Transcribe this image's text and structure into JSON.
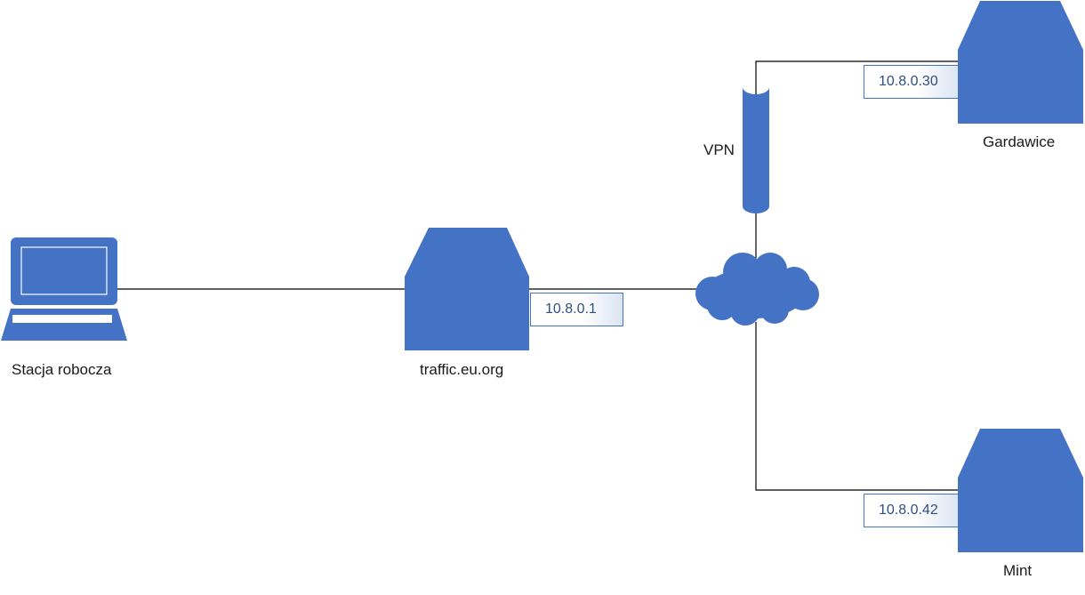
{
  "colors": {
    "shape_fill": "#4472c4",
    "line": "#000000",
    "ip_text": "#2f4f80"
  },
  "nodes": {
    "workstation": {
      "label": "Stacja robocza",
      "icon": "laptop-icon"
    },
    "server_main": {
      "label": "traffic.eu.org",
      "icon": "server-icon",
      "ip": "10.8.0.1"
    },
    "vpn": {
      "label": "VPN",
      "icon": "vpn-tunnel-cylinder-icon"
    },
    "internet": {
      "icon": "cloud-icon"
    },
    "gardawice": {
      "label": "Gardawice",
      "icon": "server-icon",
      "ip": "10.8.0.30"
    },
    "mint": {
      "label": "Mint",
      "icon": "server-icon",
      "ip": "10.8.0.42"
    }
  }
}
